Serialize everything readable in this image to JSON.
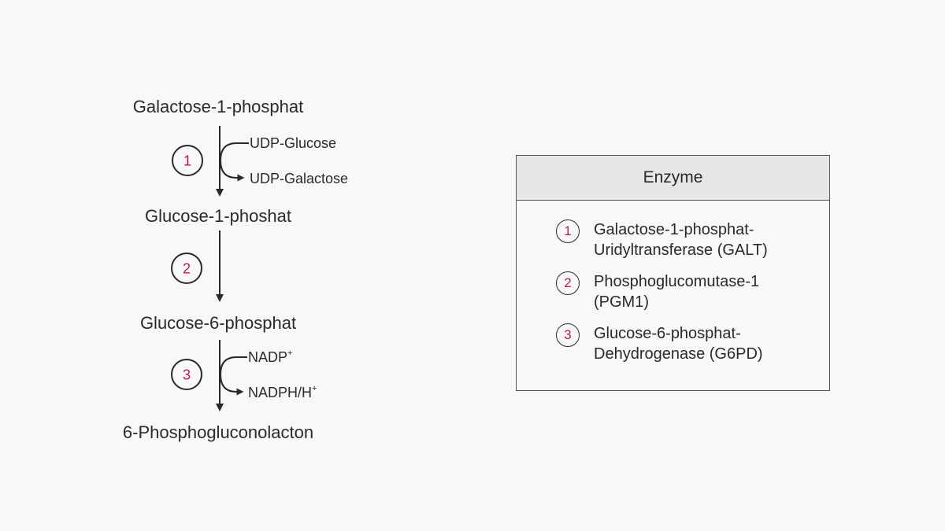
{
  "pathway": {
    "metabolites": [
      "Galactose-1-phosphat",
      "Glucose-1-phoshat",
      "Glucose-6-phosphat",
      "6-Phosphogluconolacton"
    ],
    "steps": [
      {
        "number": "1",
        "cofactor_in": "UDP-Glucose",
        "cofactor_out": "UDP-Galactose"
      },
      {
        "number": "2"
      },
      {
        "number": "3",
        "cofactor_in": "NADP",
        "cofactor_in_sup": "+",
        "cofactor_out": "NADPH/H",
        "cofactor_out_sup": "+"
      }
    ]
  },
  "enzyme_table": {
    "title": "Enzyme",
    "items": [
      {
        "number": "1",
        "line1": "Galactose-1-phosphat-",
        "line2": "Uridyltransferase (GALT)"
      },
      {
        "number": "2",
        "line1": "Phosphoglucomutase-1",
        "line2": "(PGM1)"
      },
      {
        "number": "3",
        "line1": "Glucose-6-phosphat-",
        "line2": "Dehydrogenase (G6PD)"
      }
    ]
  },
  "colors": {
    "background": "#f8f8f8",
    "text": "#2a2a2a",
    "step_number": "#c2185b",
    "table_header": "#e7e7e7"
  }
}
